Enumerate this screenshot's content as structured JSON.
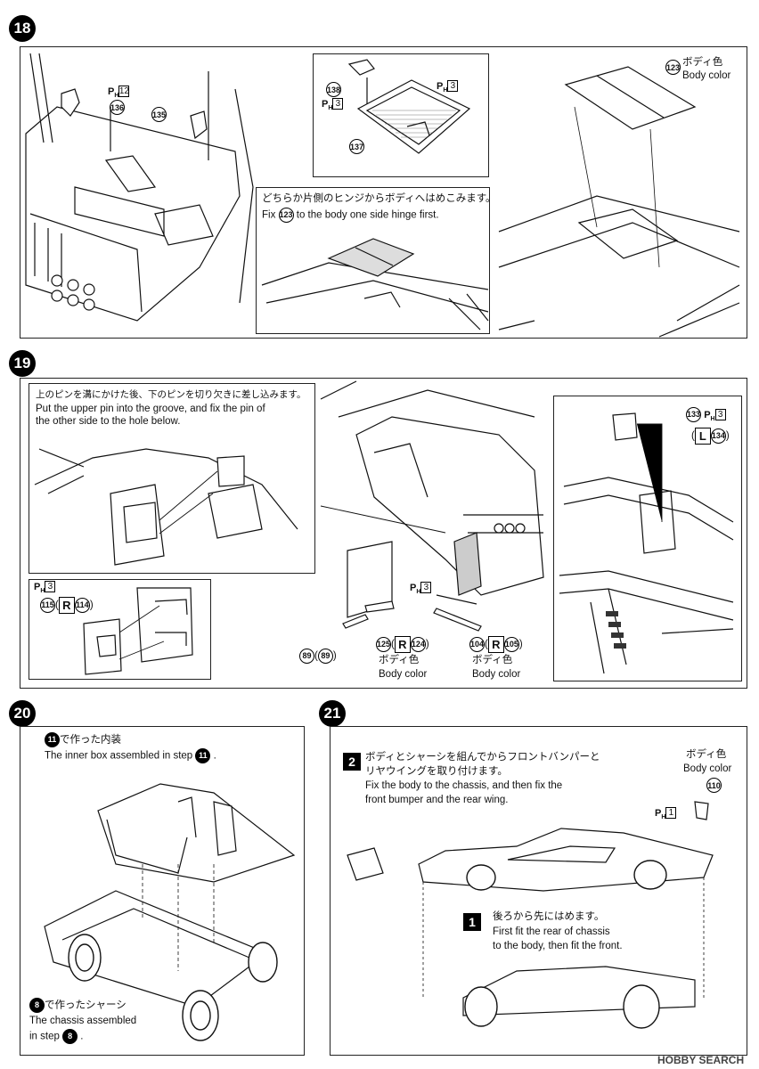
{
  "steps": {
    "s18": {
      "number": "18",
      "part_labels": {
        "p136": "136",
        "p135": "135",
        "p138": "138",
        "p137": "137",
        "p123": "123"
      },
      "ph_136": "12",
      "ph_138": "3",
      "ph_137": "3",
      "body_color_jp": "ボディ色",
      "body_color_en": "Body color",
      "hinge_note_jp": "どちらか片側のヒンジからボディへはめこみます。",
      "hinge_note_en_pre": "Fix",
      "hinge_note_en_part": "123",
      "hinge_note_en_post": "to the body one side hinge first."
    },
    "s19": {
      "number": "19",
      "pin_note_jp": "上のピンを溝にかけた後、下のピンを切り欠きに差し込みます。",
      "pin_note_en_1": "Put the upper pin into the groove, and fix the pin of",
      "pin_note_en_2": "the other side to the hole below.",
      "ph_133": "3",
      "p133": "133",
      "L_letter": "L",
      "p134": "134",
      "ph_115": "3",
      "p115": "115",
      "R_letter": "R",
      "p114": "114",
      "ph_center": "3",
      "p89a": "89",
      "p89b": "89",
      "p125": "125",
      "p124": "124",
      "p104": "104",
      "p105": "105",
      "body_color_jp": "ボディ色",
      "body_color_en": "Body color"
    },
    "s20": {
      "number": "20",
      "top_part": "11",
      "top_jp_suffix": "で作った内装",
      "top_en": "The inner box assembled in step",
      "top_en_part": "11",
      "bottom_part": "8",
      "bottom_jp_suffix": "で作ったシャーシ",
      "bottom_en_1": "The chassis assembled",
      "bottom_en_2": "in step",
      "bottom_en_part": "8"
    },
    "s21": {
      "number": "21",
      "sub2_num": "2",
      "sub2_jp_1": "ボディとシャーシを組んでからフロントバンパーと",
      "sub2_jp_2": "リヤウイングを取り付けます。",
      "sub2_en_1": "Fix the body to the chassis, and then fix the",
      "sub2_en_2": "front bumper and the rear wing.",
      "body_color_jp": "ボディ色",
      "body_color_en": "Body color",
      "p110": "110",
      "ph_110": "1",
      "sub1_num": "1",
      "sub1_jp": "後ろから先にはめます。",
      "sub1_en_1": "First fit the rear of chassis",
      "sub1_en_2": "to the body, then fit the front."
    }
  },
  "watermark": "HOBBY SEARCH",
  "ph_letter": "P",
  "ph_sub": "H",
  "punct": {
    "period": "."
  }
}
